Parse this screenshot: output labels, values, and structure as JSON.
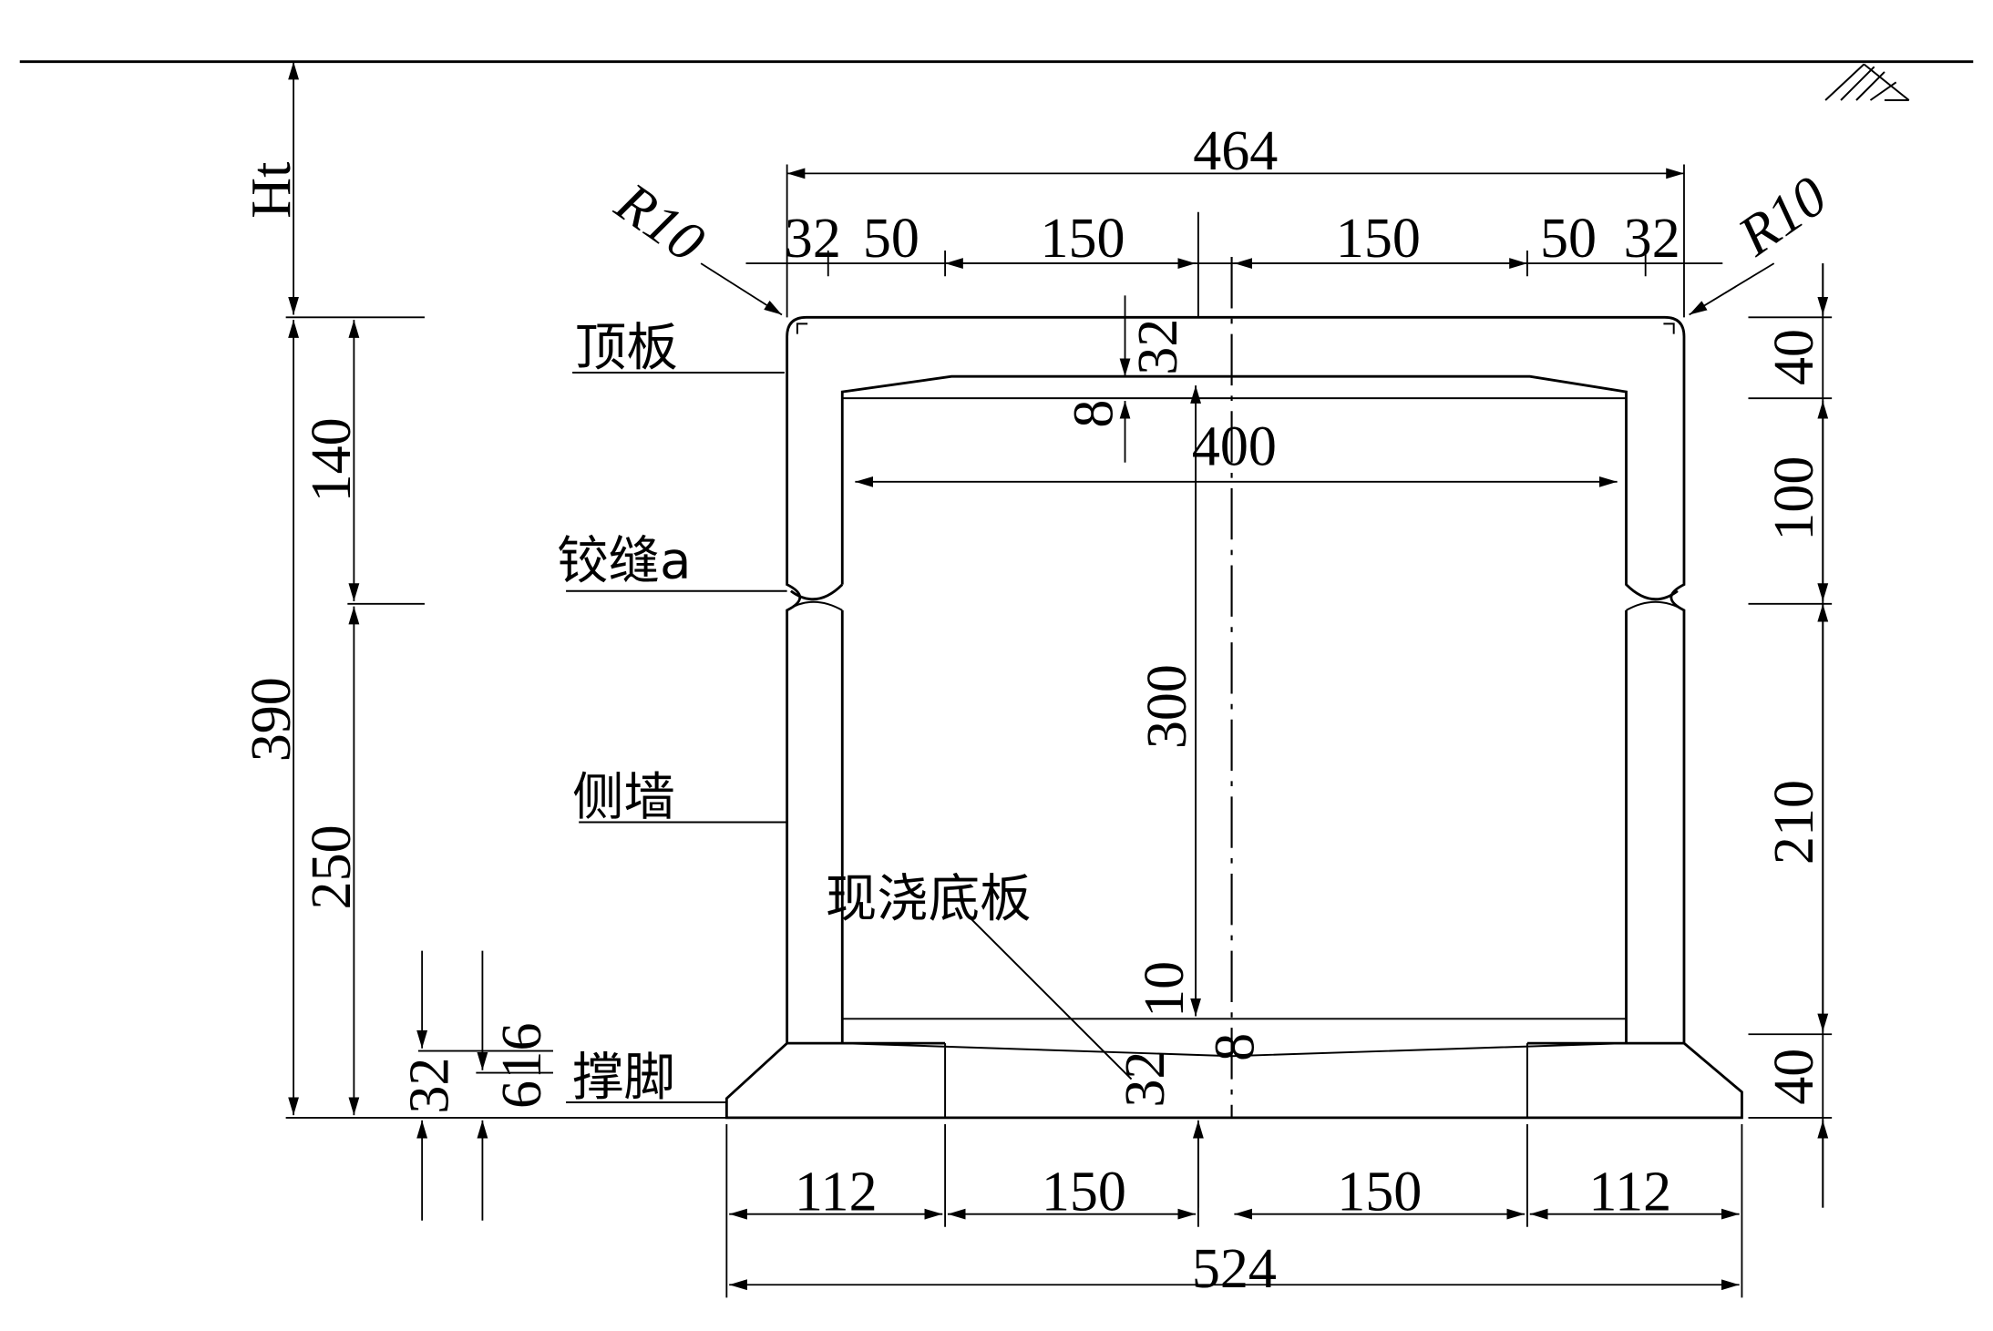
{
  "labels": {
    "top_slab": "顶板",
    "hinge": "铰缝a",
    "side_wall": "侧墙",
    "cast_floor": "现浇底板",
    "foot": "撑脚",
    "r_left": "R10",
    "r_right": "R10"
  },
  "dims": {
    "top_total": "464",
    "top_segments": [
      "32",
      "50",
      "150",
      "150",
      "50",
      "32"
    ],
    "inner_width": "400",
    "bottom_segments": [
      "112",
      "150",
      "150",
      "112"
    ],
    "bottom_total": "524",
    "left_outer": [
      "Ht",
      "390"
    ],
    "left_inner": [
      "140",
      "250"
    ],
    "left_foot": [
      "32",
      "6",
      "16"
    ],
    "right": [
      "40",
      "100",
      "210",
      "40"
    ],
    "inner_height": "300",
    "top_haunch": "32",
    "top_gap": "8",
    "floor_top": "10",
    "floor_gap": "8",
    "floor_thick": "32"
  }
}
